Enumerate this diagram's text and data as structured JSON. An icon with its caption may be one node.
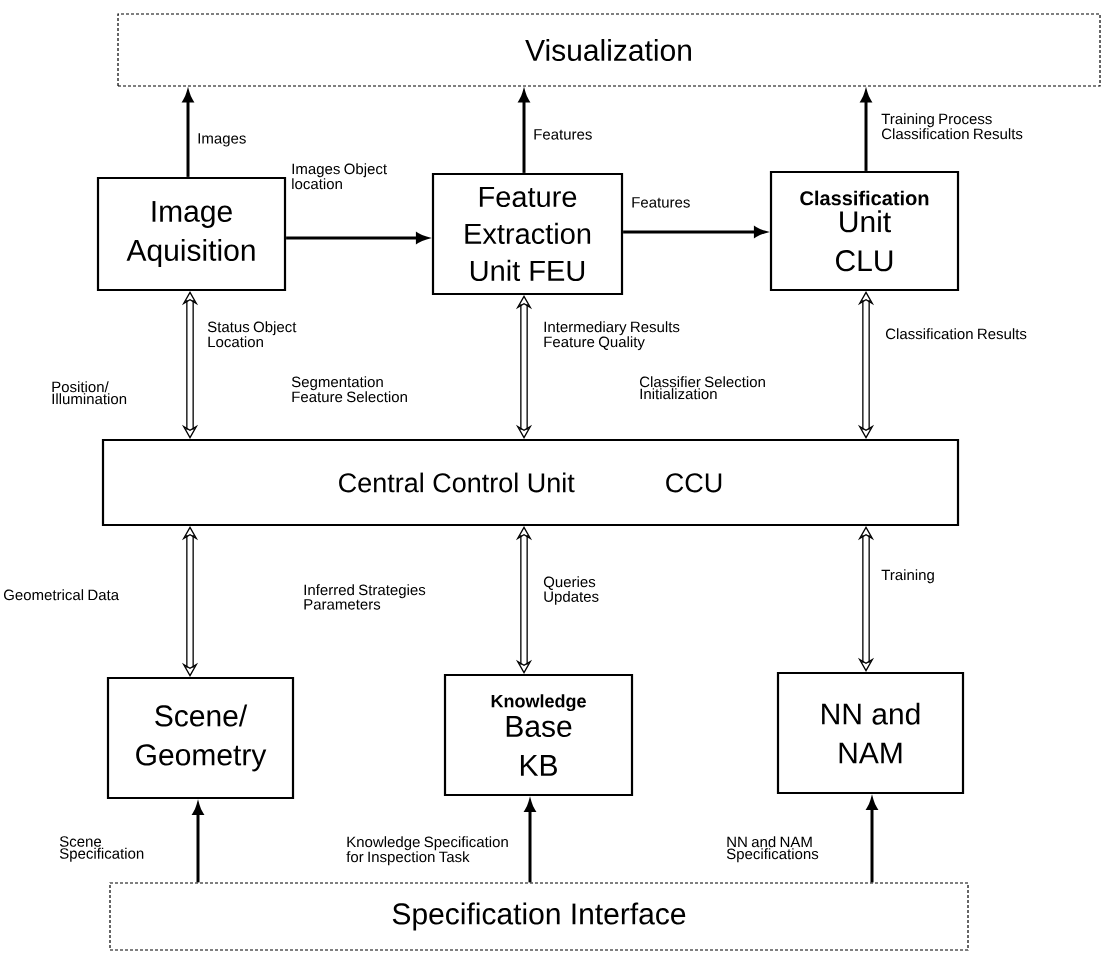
{
  "diagram": {
    "nodes": [
      {
        "text": [
          "Visualization"
        ]
      },
      {
        "text": [
          "Image Aquisition"
        ]
      },
      {
        "text": [
          "Feature Extraction Unit FEU"
        ]
      },
      {
        "text": [
          "Classification",
          "Unit CLU"
        ]
      },
      {
        "text": [
          "Central Control Unit",
          "CCU"
        ]
      },
      {
        "text": [
          "Scene/ Geometry"
        ]
      },
      {
        "text": [
          "Knowledge",
          "Base KB"
        ]
      },
      {
        "text": [
          "NN and NAM"
        ]
      },
      {
        "text": [
          "Specification Interface"
        ]
      }
    ],
    "edges": [
      {
        "from": 1,
        "to": 0,
        "arrow": "to",
        "label": "Images"
      },
      {
        "from": 2,
        "to": 0,
        "arrow": "to",
        "label": "Features"
      },
      {
        "from": 3,
        "to": 0,
        "arrow": "to",
        "label": "Training Process Classification Results"
      },
      {
        "from": 1,
        "to": 2,
        "arrow": "to",
        "label": "Images Object location"
      },
      {
        "from": 2,
        "to": 3,
        "arrow": "to",
        "label": "Features"
      },
      {
        "from": 1,
        "to": 4,
        "arrow": "both",
        "label": "Status Object Location",
        "style": "thick"
      },
      {
        "from": 2,
        "to": 4,
        "arrow": "both",
        "label": "Intermediary Results Feature Quality",
        "style": "thick"
      },
      {
        "from": 3,
        "to": 4,
        "arrow": "both",
        "label": "Classification Results",
        "style": "thick"
      },
      {
        "from": 4,
        "to": 5,
        "arrow": "both",
        "label": "Geometrical Data",
        "style": "thick"
      },
      {
        "from": 4,
        "to": 6,
        "arrow": "both",
        "label": "Queries Updates",
        "style": "thick"
      },
      {
        "from": 4,
        "to": 7,
        "arrow": "both",
        "label": "Training",
        "style": "thick"
      },
      {
        "from": 8,
        "to": 5,
        "arrow": "to",
        "label": "Scene Specification"
      },
      {
        "from": 8,
        "to": 6,
        "arrow": "to",
        "label": "Knowledge Specification for Inspection Task"
      },
      {
        "from": 8,
        "to": 7,
        "arrow": "to",
        "label": "NN and NAM Specifications"
      }
    ],
    "labels": [
      "Position/ Illumination",
      "Segmentation Feature Selection",
      "Classifier Selection Initialization",
      "Inferred Strategies Parameters"
    ]
  }
}
